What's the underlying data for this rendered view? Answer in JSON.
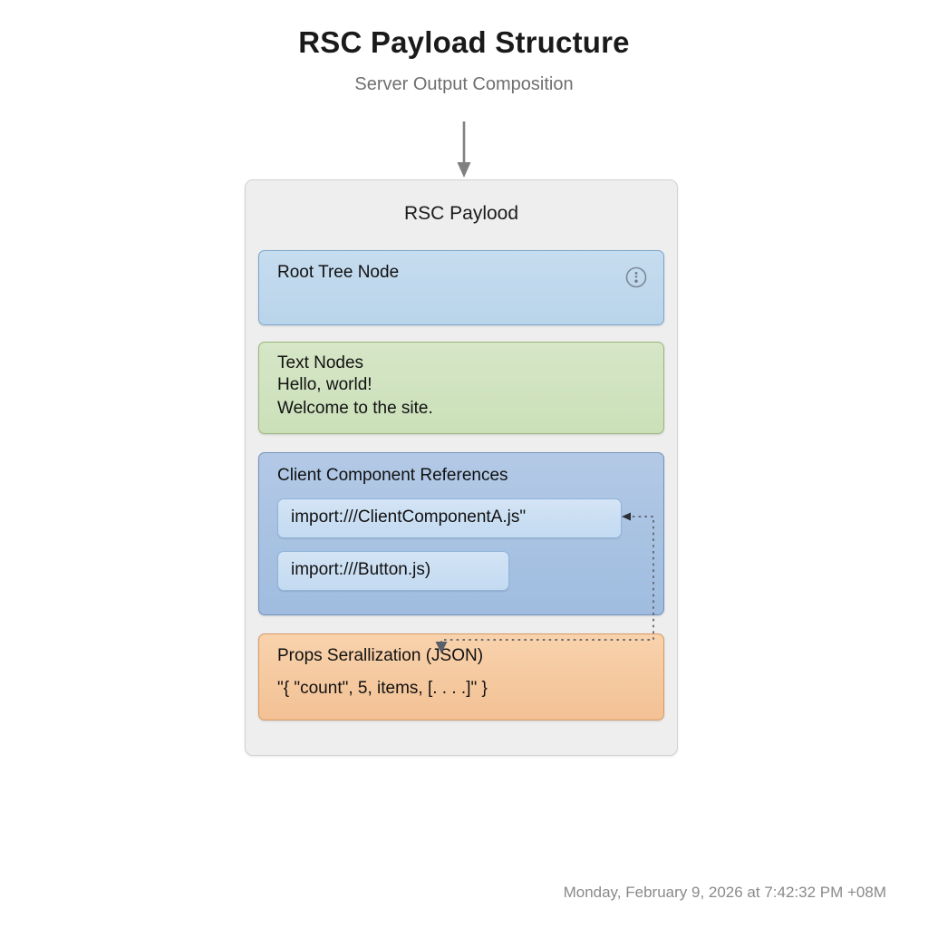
{
  "header": {
    "title": "RSC Payload Structure",
    "subtitle": "Server Output Composition"
  },
  "diagram": {
    "container_title": "RSC Paylood",
    "blocks": [
      {
        "id": "root-tree-node",
        "title": "Root Tree Node",
        "icon": "more-vertical-circle-icon",
        "color": "#bfd9ee"
      },
      {
        "id": "text-nodes",
        "title": "Text Nodes",
        "lines": [
          "Hello, world!",
          "Welcome to the site."
        ],
        "color": "#cfe2c0"
      },
      {
        "id": "client-component-references",
        "title": "Client Component References",
        "chips": [
          "import:///ClientComponentA.js\"",
          "import:///Button.js)"
        ],
        "color": "#a9c3e4"
      },
      {
        "id": "props-serialization",
        "title": "Props Serallization (JSON)",
        "lines": [
          "\"{ \"count\", 5, items, [. . . .]\" }"
        ],
        "color": "#f5c89e"
      }
    ],
    "arrows": {
      "top_inbound": "down-arrow",
      "refs_to_props": "dotted-connector-arrow"
    }
  },
  "footer": {
    "timestamp": "Monday, February 9, 2026 at 7:42:32 PM +08M"
  }
}
